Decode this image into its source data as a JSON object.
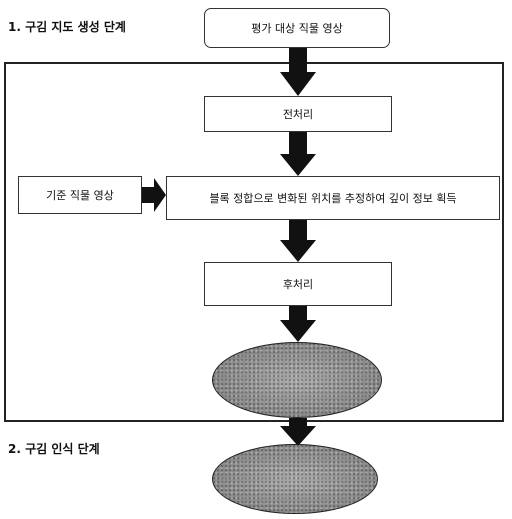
{
  "stages": {
    "stage1_label": "1. 구김 지도 생성 단계",
    "stage2_label": "2. 구김 인식 단계"
  },
  "boxes": {
    "input_image": "평가 대상 직물 영상",
    "preprocess": "전처리",
    "reference_image": "기준 직물 영상",
    "block_matching": "블록 정합으로 변화된 위치를 추정하여 깊이 정보 획득",
    "postprocess": "후처리"
  },
  "ellipses": {
    "wrinkle_map": "",
    "wrinkle_recognition": ""
  }
}
